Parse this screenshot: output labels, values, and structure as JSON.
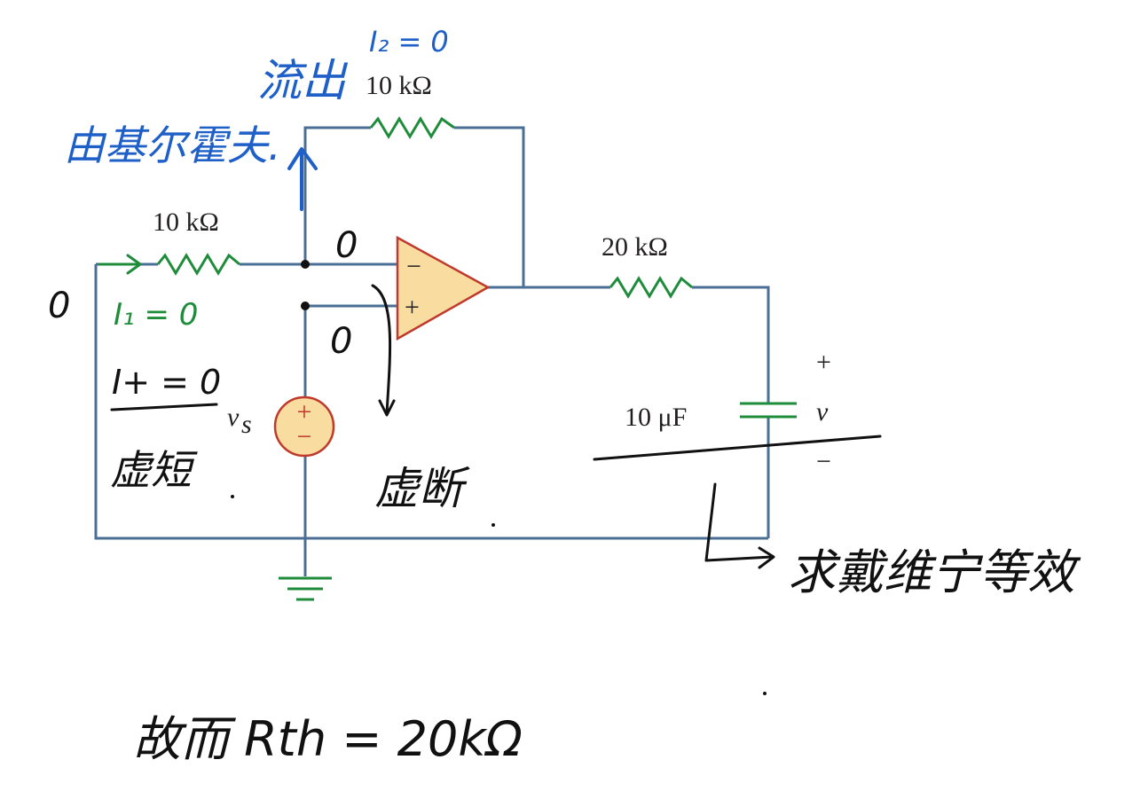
{
  "components": {
    "r_feedback": "10 kΩ",
    "r_input": "10 kΩ",
    "r_output": "20 kΩ",
    "capacitor": "10 μF",
    "source": "v",
    "source_sub": "s",
    "opamp_minus": "−",
    "opamp_plus": "+",
    "source_plus": "+",
    "source_minus": "−",
    "v_label": "v",
    "v_plus": "+",
    "v_minus": "−"
  },
  "annotations": {
    "liu_chu": "流出",
    "i2_zero": "I₂ = 0",
    "kirchhoff": "由基尔霍夫.",
    "i1_zero": "I₁ = 0",
    "left_zero": "0",
    "node_minus_zero": "0",
    "node_plus_zero": "0",
    "iplus_zero": "I+ = 0",
    "virtual_short": "虚短",
    "virtual_open": "虚断",
    "thevenin": "求戴维宁等效",
    "conclusion": "故而 Rth = 20kΩ"
  },
  "colors": {
    "wire": "#4b6f94",
    "resistor": "#1e8c3a",
    "opamp_fill": "#f9dca0",
    "opamp_stroke": "#c0392b",
    "ink_blue": "#1e5fc8",
    "ink_green": "#1e8c3a",
    "ink_black": "#111111"
  }
}
